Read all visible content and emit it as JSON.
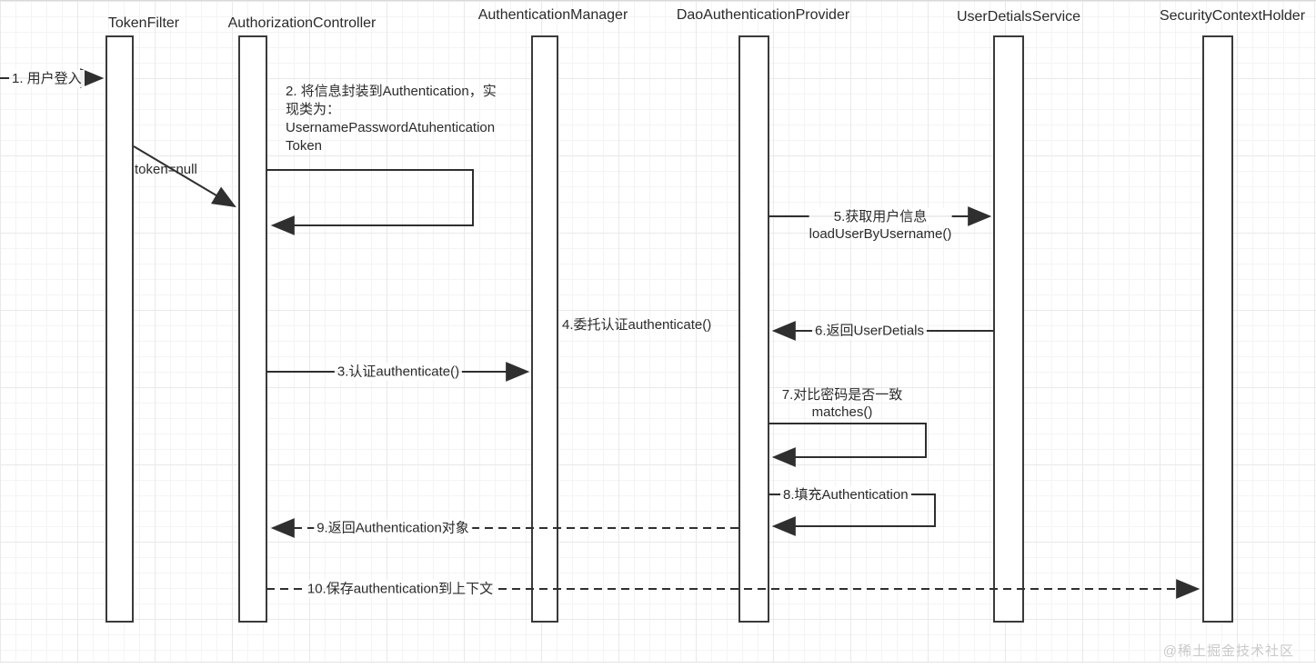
{
  "diagram": {
    "title": "Spring Security authentication sequence diagram",
    "participants": [
      {
        "name": "TokenFilter"
      },
      {
        "name": "AuthorizationController"
      },
      {
        "name": "AuthenticationManager"
      },
      {
        "name": "DaoAuthenticationProvider"
      },
      {
        "name": "UserDetialsService"
      },
      {
        "name": "SecurityContextHolder"
      }
    ],
    "messages": [
      {
        "label": "1. 用户登入"
      },
      {
        "label": "2. 将信息封装到Authentication，实\n现类为：\nUsernamePasswordAtuhentication\nToken"
      },
      {
        "label": "token=null"
      },
      {
        "label": "3.认证authenticate()"
      },
      {
        "label": "4.委托认证authenticate()"
      },
      {
        "label_line1": "5.获取用户信息",
        "label_line2": "loadUserByUsername()"
      },
      {
        "label": "6.返回UserDetials"
      },
      {
        "label_line1": "7.对比密码是否一致",
        "label_line2": "matches()"
      },
      {
        "label": "8.填充Authentication"
      },
      {
        "label": "9.返回Authentication对象"
      },
      {
        "label": "10.保存authentication到上下文"
      }
    ],
    "watermark": "@稀土掘金技术社区",
    "colors": {
      "line": "#3a3a3a",
      "grid_minor": "#f4f4f4",
      "grid_major": "#e9e9e9",
      "watermark": "#c9c9c9"
    }
  }
}
